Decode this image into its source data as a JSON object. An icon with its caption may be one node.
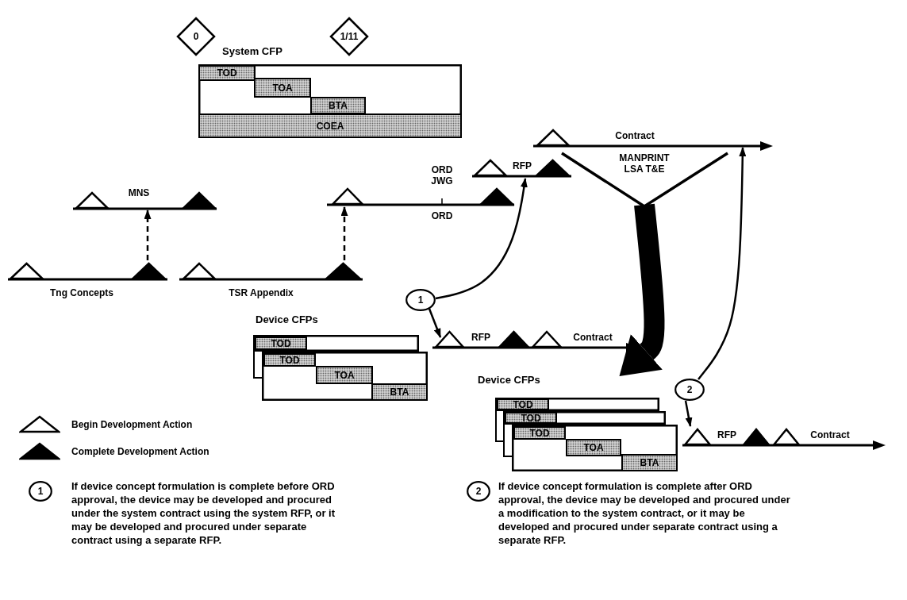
{
  "diagram": {
    "nodes": [
      {
        "text": [
          "0"
        ]
      },
      {
        "text": [
          "System CFP"
        ]
      },
      {
        "text": [
          "TOD"
        ],
        "in": 1
      },
      {
        "text": [
          "TOA"
        ],
        "in": 1
      },
      {
        "text": [
          "BTA"
        ],
        "in": 1
      },
      {
        "text": [
          "COEA"
        ],
        "in": 1
      },
      {
        "text": [
          "1/11"
        ]
      },
      {
        "text": [
          "Contract"
        ]
      },
      {
        "text": [
          "MANPRINT LSA T&E"
        ]
      },
      {
        "text": [
          "ORD JWG",
          "ORD"
        ]
      },
      {
        "text": [
          "RFP"
        ]
      },
      {
        "text": [
          "MNS"
        ]
      },
      {
        "text": [
          "Tng Concepts"
        ]
      },
      {
        "text": [
          "TSR Appendix"
        ]
      },
      {
        "text": [
          "1"
        ]
      },
      {
        "text": [
          "Device CFPs"
        ]
      },
      {
        "text": [],
        "shape": "box",
        "in": 15
      },
      {
        "text": [
          "TOD"
        ],
        "in": 16
      },
      {
        "text": [],
        "shape": "box",
        "in": 15
      },
      {
        "text": [
          "TOD"
        ],
        "in": 18
      },
      {
        "text": [
          "TOA"
        ],
        "in": 18
      },
      {
        "text": [
          "BTA"
        ],
        "in": 18
      },
      {
        "text": [
          "RFP",
          "Contract"
        ]
      },
      {
        "text": [
          "Device CFPs"
        ]
      },
      {
        "text": [],
        "shape": "box",
        "in": 23
      },
      {
        "text": [
          "TOD"
        ],
        "in": 24
      },
      {
        "text": [],
        "shape": "box",
        "in": 23
      },
      {
        "text": [
          "TOD"
        ],
        "in": 26
      },
      {
        "text": [],
        "shape": "box",
        "in": 23
      },
      {
        "text": [
          "TOD"
        ],
        "in": 28
      },
      {
        "text": [
          "TOA"
        ],
        "in": 28
      },
      {
        "text": [
          "BTA"
        ],
        "in": 28
      },
      {
        "text": [
          "2"
        ]
      },
      {
        "text": [
          "RFP",
          "Contract"
        ]
      },
      {
        "text": [
          "1"
        ],
        "beside": [
          "If device concept formulation is complete before ORD approval, the device may be developed and procured under the system contract using the system RFP, or it may be developed and procured under separate contract using a separate RFP."
        ]
      },
      {
        "text": [
          "2"
        ],
        "beside": [
          "If device concept formulation is complete after ORD approval, the device may be developed and procured under a modification to the system contract, or it may be developed and procured under separate contract using a separate RFP."
        ]
      }
    ],
    "edges": [
      {
        "from": 12,
        "to": 11,
        "arrow": "to",
        "style": "dashed"
      },
      {
        "from": 13,
        "to": 9,
        "arrow": "to",
        "style": "dashed"
      },
      {
        "from": 14,
        "to": 10,
        "arrow": "to"
      },
      {
        "from": 14,
        "to": 22,
        "arrow": "to"
      },
      {
        "from": 8,
        "to": 23,
        "arrow": "to",
        "style": "thick"
      },
      {
        "from": 32,
        "to": 7,
        "arrow": "to"
      },
      {
        "from": 32,
        "to": 33,
        "arrow": "to"
      }
    ],
    "legend": [
      {
        "text": "Begin Development Action"
      },
      {
        "text": "Complete Development Action"
      }
    ]
  }
}
